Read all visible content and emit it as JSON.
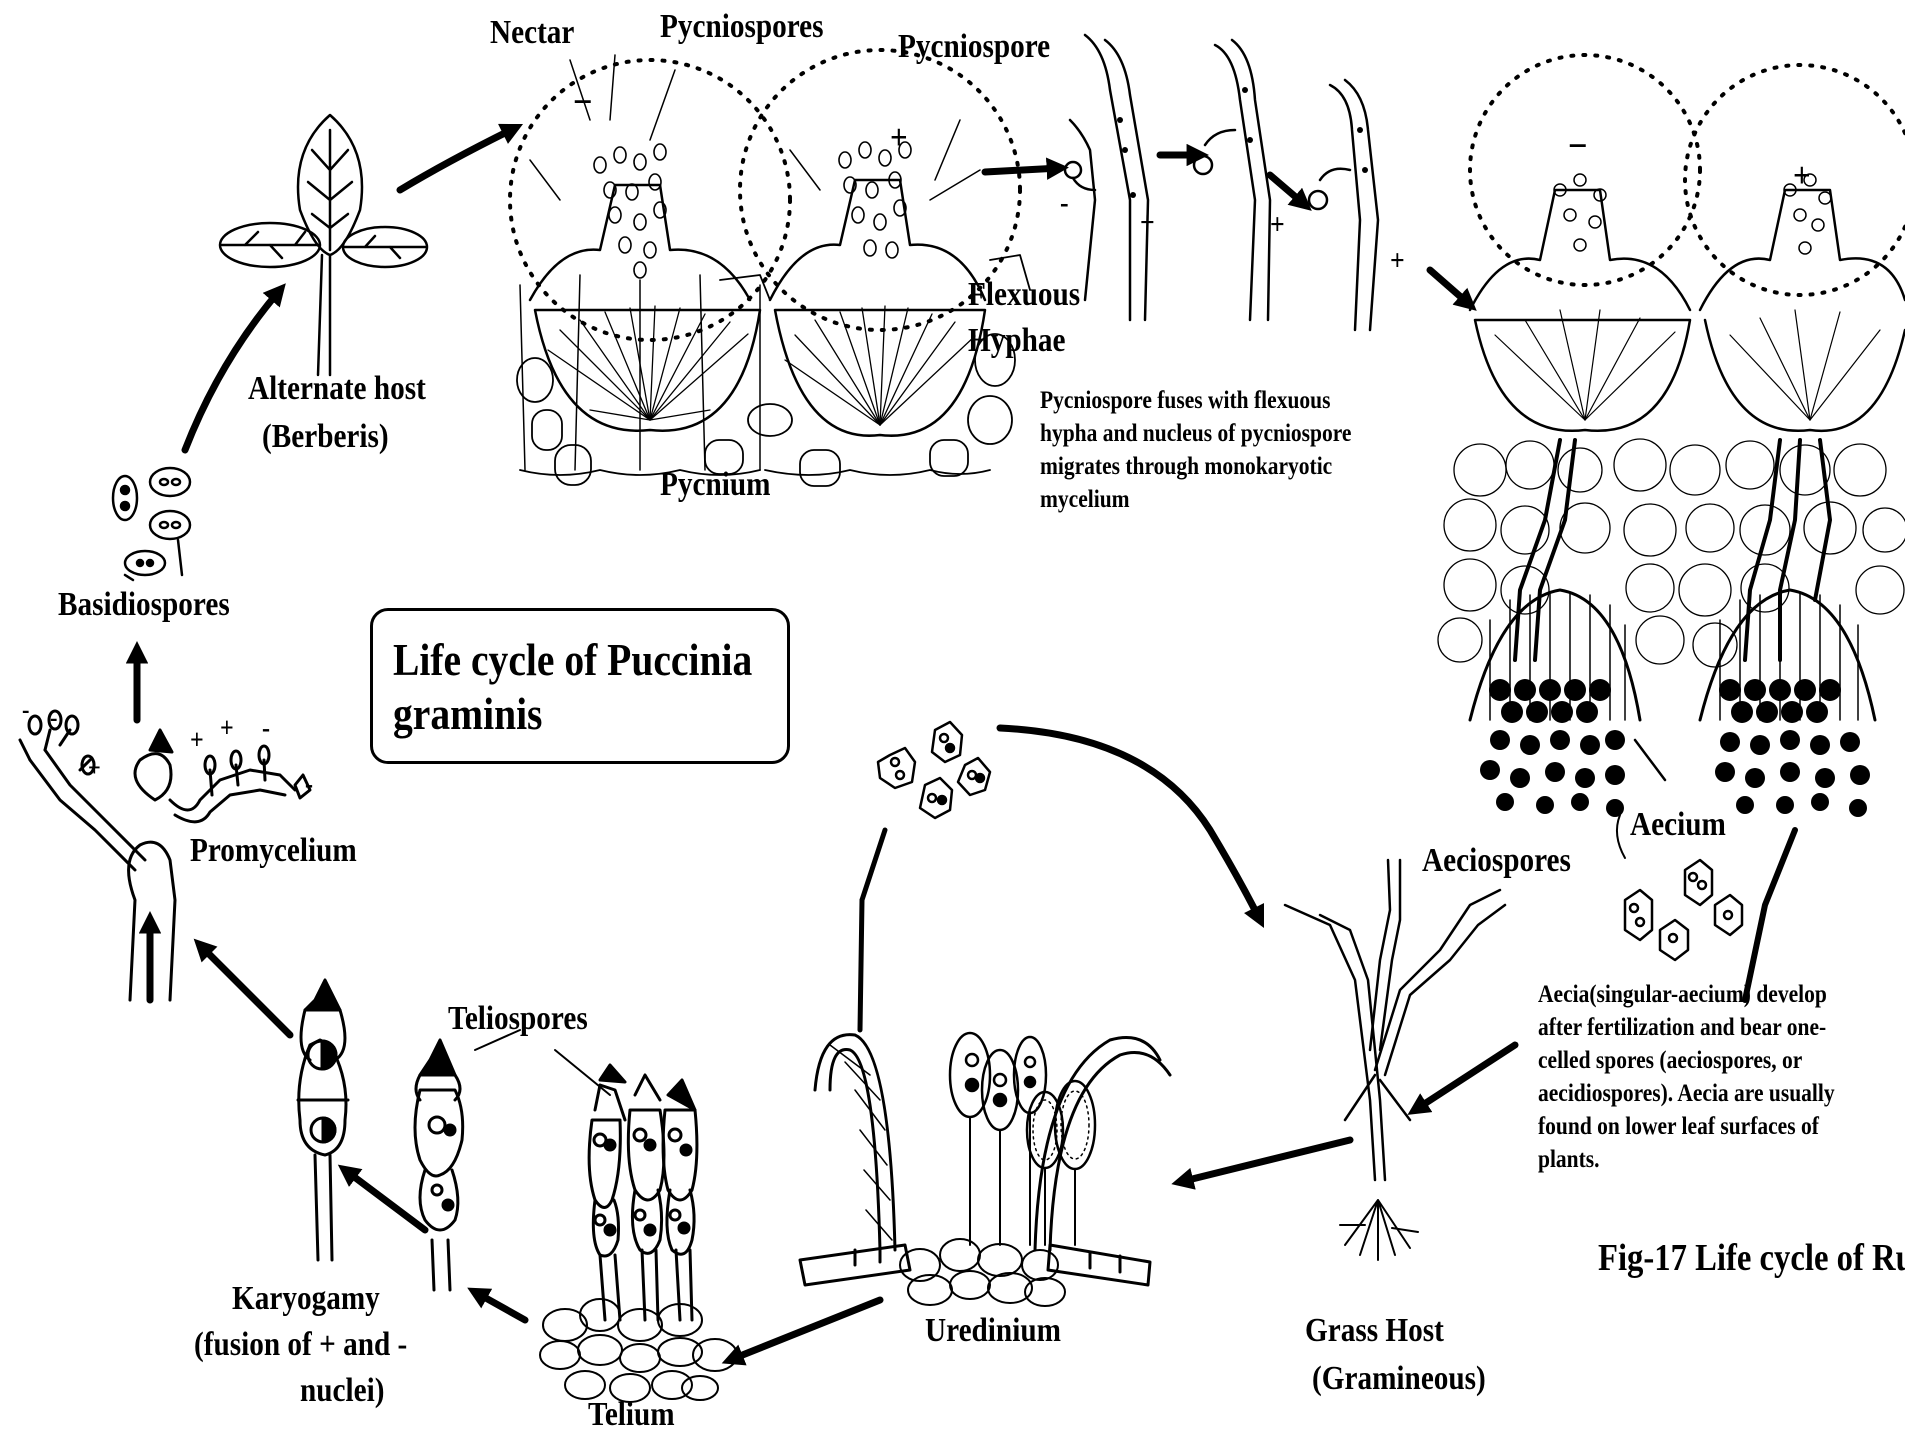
{
  "title": "Life cycle of Puccinia graminis",
  "caption": "Fig-17 Life cycle of  Ru",
  "labels": {
    "nectar": "Nectar",
    "pycniospores": "Pycniospores",
    "pycniospore": "Pycniospore",
    "flexuous": "Flexuous",
    "hyphae": "Hyphae",
    "pycnium": "Pycnium",
    "alternate_host": "Alternate host",
    "berberis": "(Berberis)",
    "basidiospores": "Basidiospores",
    "promycelium": "Promycelium",
    "karyogamy_1": "Karyogamy",
    "karyogamy_2": "(fusion of + and -",
    "karyogamy_3": "nuclei)",
    "teliospores": "Teliospores",
    "telium": "Telium",
    "uredinium": "Uredinium",
    "grass_host": "Grass Host",
    "gramineous": "(Gramineous)",
    "aecium": "Aecium",
    "aeciospores": "Aeciospores"
  },
  "notes": {
    "pycniospore_fusion": [
      "Pycniospore fuses with flexuous",
      "hypha and nucleus of pycniospore",
      "migrates through monokaryotic",
      "mycelium"
    ],
    "aecia": [
      "Aecia(singular-aecium) develop",
      "after fertilization and bear one-",
      "celled spores (aeciospores, or",
      "aecidiospores). Aecia are usually",
      "found on lower leaf surfaces of",
      "plants."
    ]
  },
  "signs": {
    "plus": "+",
    "minus": "−",
    "minus_short": "-"
  }
}
